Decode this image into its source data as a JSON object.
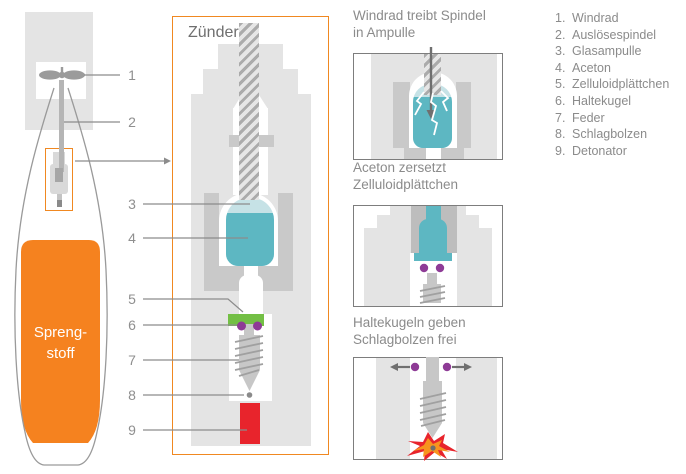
{
  "zunder": {
    "title": "Zünder"
  },
  "bomb": {
    "label": [
      "Spreng-",
      "stoff"
    ]
  },
  "callouts": {
    "labels": [
      "1",
      "2",
      "3",
      "4",
      "5",
      "6",
      "7",
      "8",
      "9"
    ]
  },
  "steps": [
    {
      "caption": [
        "Windrad treibt Spindel",
        "in Ampulle"
      ]
    },
    {
      "caption": [
        "Aceton zersetzt",
        "Zelluloidplättchen"
      ]
    },
    {
      "caption": [
        "Haltekugeln geben",
        "Schlagbolzen frei"
      ]
    }
  ],
  "legend": {
    "items": [
      {
        "num": "1.",
        "label": "Windrad"
      },
      {
        "num": "2.",
        "label": "Auslösespindel"
      },
      {
        "num": "3.",
        "label": "Glasampulle"
      },
      {
        "num": "4.",
        "label": "Aceton"
      },
      {
        "num": "5.",
        "label": "Zelluloidplättchen"
      },
      {
        "num": "6.",
        "label": "Haltekugel"
      },
      {
        "num": "7.",
        "label": "Feder"
      },
      {
        "num": "8.",
        "label": "Schlagbolzen"
      },
      {
        "num": "9.",
        "label": "Detonator"
      }
    ]
  },
  "colors": {
    "orange": "#f5821f",
    "teal": "#5db7c2",
    "pale_teal": "#c6e2e6",
    "green": "#73bf45",
    "purple": "#8e3b96",
    "red": "#e8242c",
    "star_orange": "#f7941e",
    "body_light_gray": "#e4e4e4",
    "body_medium_gray": "#c9c9c9",
    "line_gray": "#8c8c8c",
    "text_gray": "#8b8b8b"
  }
}
